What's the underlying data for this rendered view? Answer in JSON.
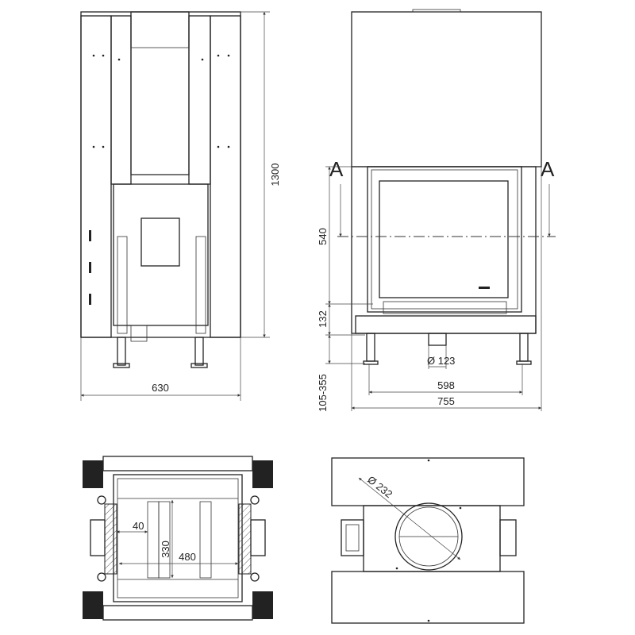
{
  "side_view": {
    "height_label": "1300",
    "width_label": "630"
  },
  "front_view": {
    "section_marker_left": "A",
    "section_marker_right": "A",
    "door_height_label": "540",
    "base_height_label": "132",
    "leg_range_label": "105-355",
    "flue_diameter_label": "Ø 123",
    "inner_width_label": "598",
    "outer_width_label": "755"
  },
  "plan_view": {
    "wall_label": "40",
    "depth_label": "330",
    "width_label": "480"
  },
  "top_view": {
    "flue_diameter_label": "Ø 232"
  }
}
